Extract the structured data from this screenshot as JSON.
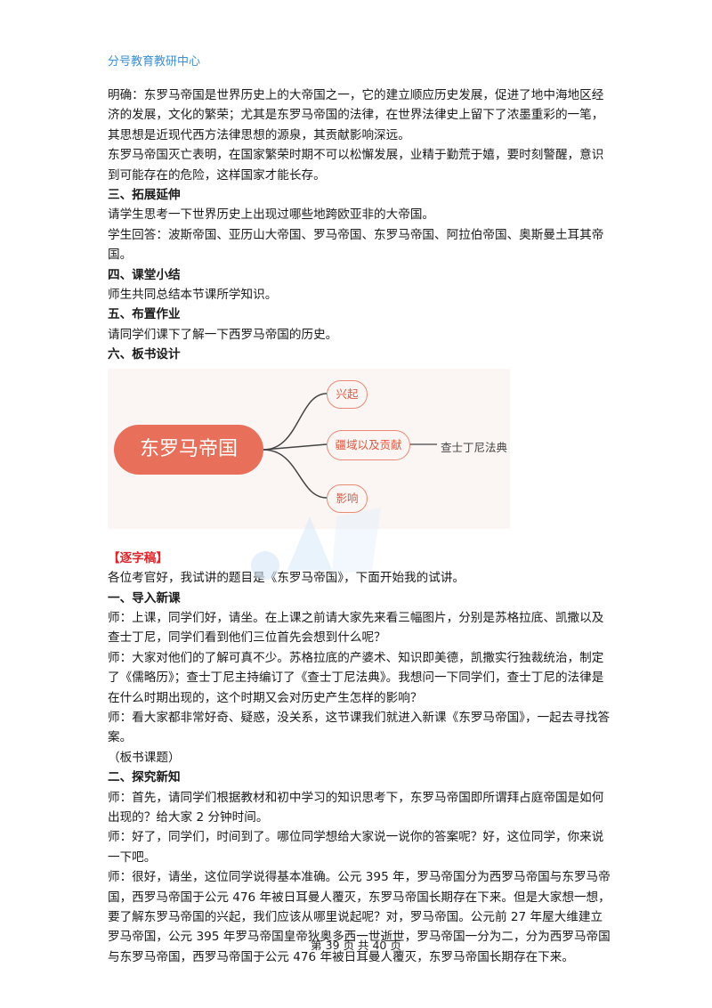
{
  "header": {
    "org": "分号教育教研中心"
  },
  "paragraphs_top": [
    "明确：东罗马帝国是世界历史上的大帝国之一，它的建立顺应历史发展，促进了地中海地区经济的发展，文化的繁荣；尤其是东罗马帝国的法律，在世界法律史上留下了浓墨重彩的一笔，其思想是近现代西方法律思想的源泉，其贡献影响深远。",
    "东罗马帝国灭亡表明，在国家繁荣时期不可以松懈发展，业精于勤荒于嬉，要时刻警醒，意识到可能存在的危险，这样国家才能长存。"
  ],
  "section3": {
    "heading": "三、拓展延伸",
    "lines": [
      "请学生思考一下世界历史上出现过哪些地跨欧亚非的大帝国。",
      "学生回答：波斯帝国、亚历山大帝国、罗马帝国、东罗马帝国、阿拉伯帝国、奥斯曼土耳其帝国。"
    ]
  },
  "section4": {
    "heading": "四、课堂小结",
    "line": "师生共同总结本节课所学知识。"
  },
  "section5": {
    "heading": "五、布置作业",
    "line": "请同学们课下了解一下西罗马帝国的历史。"
  },
  "section6": {
    "heading": "六、板书设计"
  },
  "mindmap": {
    "root": "东罗马帝国",
    "branches": [
      "兴起",
      "疆域以及贡献",
      "影响"
    ],
    "leaf": "查士丁尼法典"
  },
  "transcript": {
    "tag": "【逐字稿】",
    "intro": "各位考官好，我试讲的题目是《东罗马帝国》，下面开始我的试讲。",
    "s1_heading": "一、导入新课",
    "s1_lines": [
      "师：上课，同学们好，请坐。在上课之前请大家先来看三幅图片，分别是苏格拉底、凯撒以及查士丁尼，同学们看到他们三位首先会想到什么呢？",
      "师：大家对他们的了解可真不少。苏格拉底的产婆术、知识即美德，凯撒实行独裁统治，制定了《儒略历》；查士丁尼主持编订了《查士丁尼法典》。我想问一下同学们，查士丁尼的法律是在什么时期出现的，这个时期又会对历史产生怎样的影响？",
      "师：看大家都非常好奇、疑惑，没关系，这节课我们就进入新课《东罗马帝国》，一起去寻找答案。",
      "（板书课题）"
    ],
    "s2_heading": "二、探究新知",
    "s2_lines": [
      "师：首先，请同学们根据教材和初中学习的知识思考下，东罗马帝国即所谓拜占庭帝国是如何出现的？给大家 2 分钟时间。",
      "师：好了，同学们，时间到了。哪位同学想给大家说一说你的答案呢？好，这位同学，你来说一下吧。",
      "师：很好，请坐，这位同学说得基本准确。公元 395 年，罗马帝国分为西罗马帝国与东罗马帝国，西罗马帝国于公元 476 年被日耳曼人覆灭，东罗马帝国长期存在下来。但是大家想一想，要了解东罗马帝国的兴起，我们应该从哪里说起呢？对，罗马帝国。公元前 27 年屋大维建立罗马帝国，公元 395 年罗马帝国皇帝狄奥多西一世逝世，罗马帝国一分为二，分为西罗马帝国与东罗马帝国，西罗马帝国于公元 476 年被日耳曼人覆灭，东罗马帝国长期存在下来。"
    ]
  },
  "footer": {
    "page": "第 39 页 共 40 页"
  },
  "colors": {
    "header": "#3a8fd6",
    "root_node": "#e86f5a",
    "tag": "#e0242a"
  }
}
